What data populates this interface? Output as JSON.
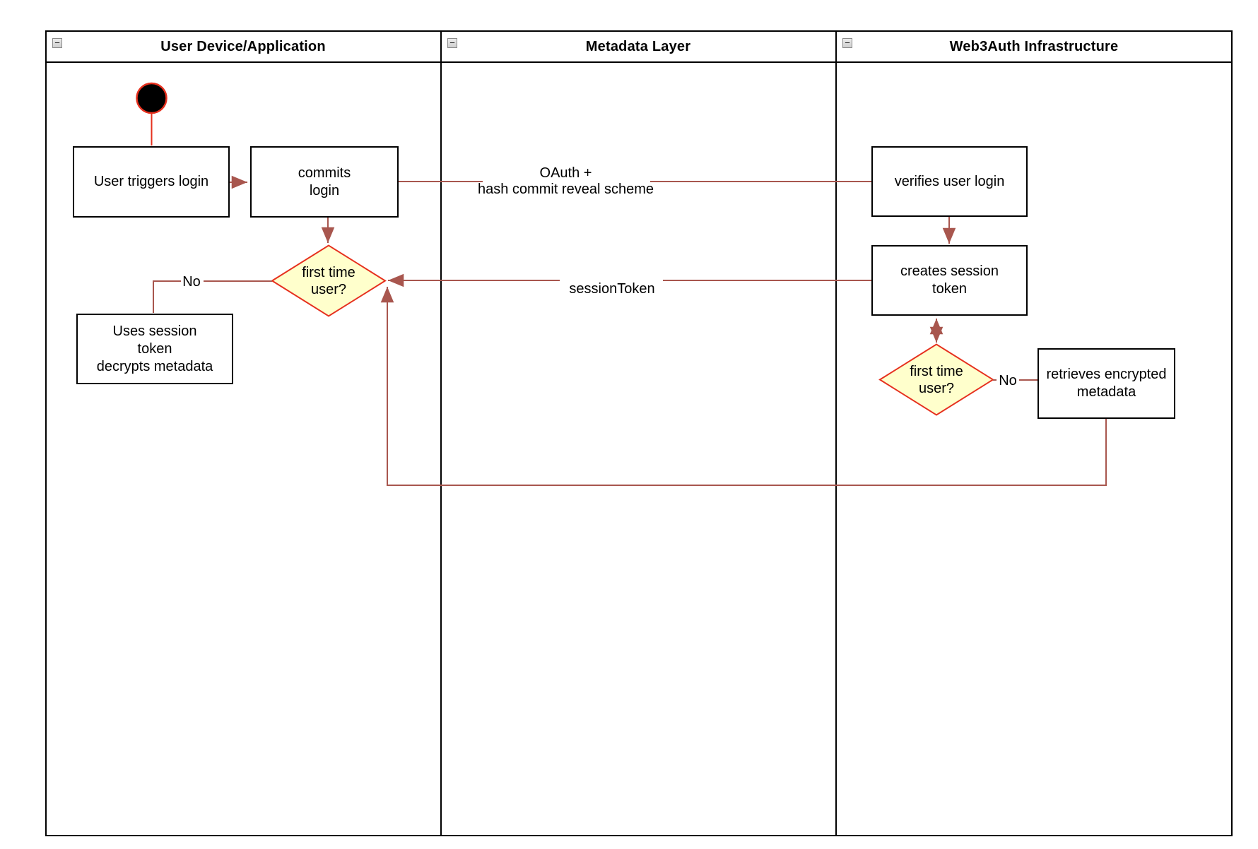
{
  "lanes": [
    {
      "title": "User Device/Application"
    },
    {
      "title": "Metadata Layer"
    },
    {
      "title": "Web3Auth Infrastructure"
    }
  ],
  "icons": {
    "collapse": "−"
  },
  "nodes": {
    "user_triggers_login": "User triggers login",
    "commits_login": "commits\nlogin",
    "first_time_user_left": "first time\nuser?",
    "uses_session_token": "Uses session\ntoken\ndecrypts metadata",
    "verifies_user_login": "verifies user login",
    "creates_session_token": "creates session\ntoken",
    "first_time_user_right": "first time\nuser?",
    "retrieves_encrypted_metadata": "retrieves encrypted\nmetadata"
  },
  "edge_labels": {
    "oauth": "OAuth +\nhash commit reveal scheme",
    "session_token": "sessionToken",
    "no_left": "No",
    "no_right": "No"
  },
  "colors": {
    "connector": "#a8564e",
    "start_and_decision_stroke": "#e6301e",
    "decision_fill": "#ffffcc",
    "node_stroke": "#000000",
    "node_fill": "#ffffff",
    "lane_border": "#000000"
  }
}
